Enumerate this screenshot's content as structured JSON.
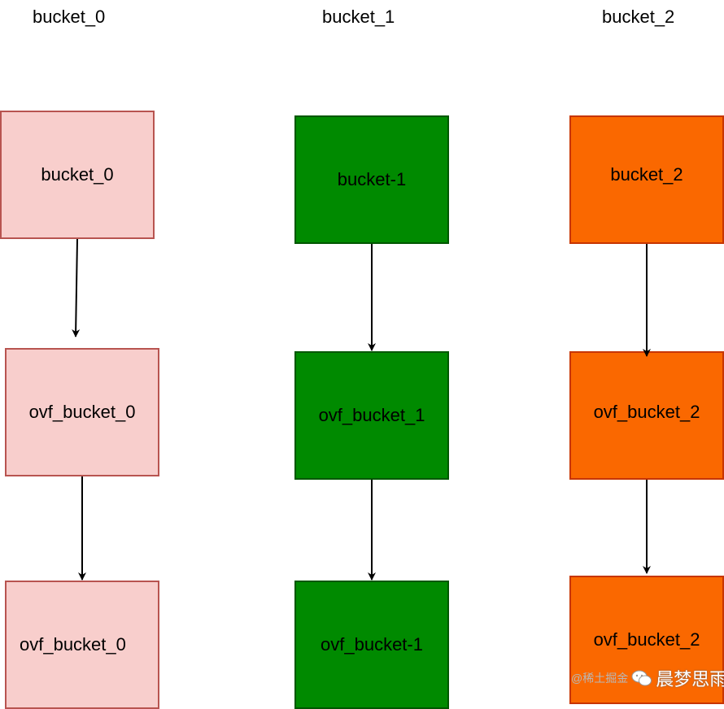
{
  "headers": {
    "col0": "bucket_0",
    "col1": "bucket_1",
    "col2": "bucket_2"
  },
  "boxes": {
    "c0_top": "bucket_0",
    "c0_mid": "ovf_bucket_0",
    "c0_bot": "ovf_bucket_0",
    "c1_top": "bucket-1",
    "c1_mid": "ovf_bucket_1",
    "c1_bot": "ovf_bucket-1",
    "c2_top": "bucket_2",
    "c2_mid": "ovf_bucket_2",
    "c2_bot": "ovf_bucket_2"
  },
  "colors": {
    "pink_fill": "#f8cecc",
    "pink_border": "#b85450",
    "green_fill": "#008a00",
    "green_border": "#005700",
    "orange_fill": "#fa6800",
    "orange_border": "#c73500",
    "arrow": "#000000"
  },
  "watermark": {
    "prefix": "@稀土掘金",
    "text": "晨梦思雨",
    "icon": "wechat-icon"
  }
}
